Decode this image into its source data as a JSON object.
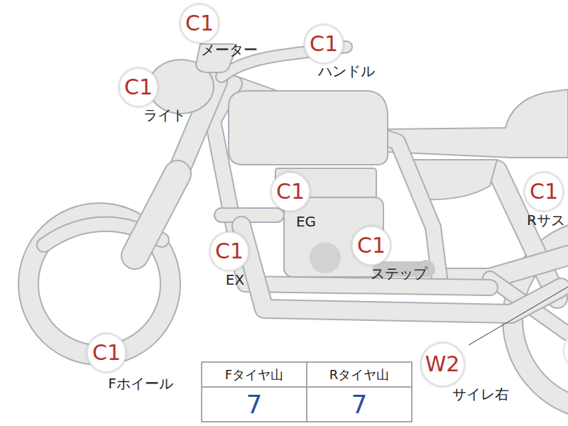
{
  "diagram": {
    "nodes": [
      {
        "text": [
          "C1"
        ]
      },
      {
        "text": [
          "C1"
        ]
      },
      {
        "text": [
          "C1"
        ]
      },
      {
        "text": [
          "C1"
        ]
      },
      {
        "text": [
          "C1"
        ]
      },
      {
        "text": [
          "C1"
        ]
      },
      {
        "text": [
          "C1"
        ]
      },
      {
        "text": [
          "C1"
        ]
      },
      {
        "text": [
          "W2"
        ]
      }
    ],
    "labels": [
      "メーター",
      "ハンドル",
      "ライト",
      "EG",
      "Rサス",
      "EX",
      "ステップ",
      "Fホイール",
      "サイレ右",
      "Fタイヤ山",
      "Rタイヤ山",
      "7",
      "7"
    ]
  }
}
